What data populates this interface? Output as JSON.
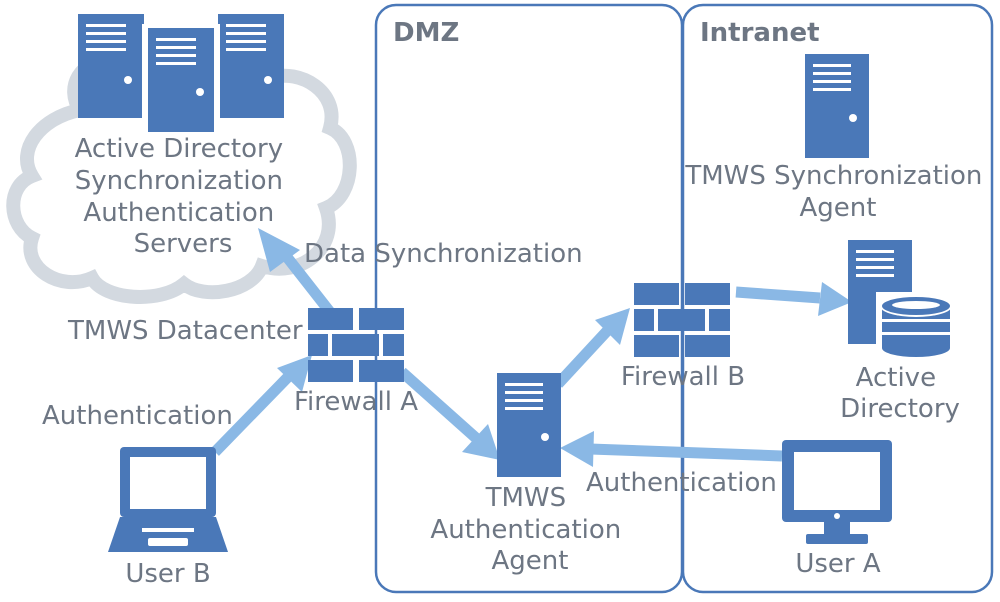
{
  "zones": {
    "dmz": "DMZ",
    "intranet": "Intranet"
  },
  "cloud": {
    "servers_label_lines": [
      "Active Directory",
      "Synchronization",
      "Authentication",
      "Servers"
    ],
    "datacenter_label": "TMWS Datacenter"
  },
  "nodes": {
    "firewall_a": "Firewall A",
    "firewall_b": "Firewall B",
    "user_b": "User B",
    "user_a": "User A",
    "auth_agent_lines": [
      "TMWS",
      "Authentication",
      "Agent"
    ],
    "sync_agent_lines": [
      "TMWS Synchronization",
      "Agent"
    ],
    "active_directory_lines": [
      "Active",
      "Directory"
    ]
  },
  "edges": {
    "data_sync": "Data Synchronization",
    "auth_user_b": "Authentication",
    "auth_user_a": "Authentication"
  },
  "colors": {
    "icon_blue": "#4a78b8",
    "arrow_light_blue": "#8ab8e5",
    "text_gray": "#6d7683",
    "cloud_outline": "#d3d9e0"
  },
  "icons": [
    "server-icon",
    "firewall-icon",
    "laptop-icon",
    "monitor-icon",
    "database-server-icon"
  ]
}
